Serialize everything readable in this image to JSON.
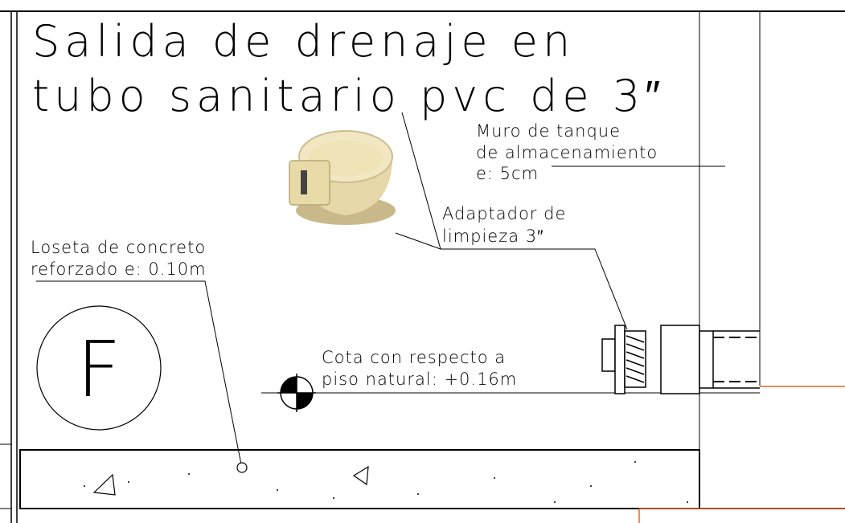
{
  "title": {
    "line1": "Salida de drenaje en",
    "line2": "tubo sanitario pvc de 3″"
  },
  "labels": {
    "wall_line1": "Muro de tanque",
    "wall_line2": "de almacenamiento",
    "wall_line3": "e: 5cm",
    "adapter_line1": "Adaptador de",
    "adapter_line2": "limpieza 3″",
    "slab_line1": "Loseta de concreto",
    "slab_line2": "reforzado e: 0.10m",
    "level_line1": "Cota con respecto a",
    "level_line2": "piso natural: +0.16m"
  },
  "section_marker": {
    "letter": "F"
  },
  "photo": {
    "subject": "PVC cleanout adapter photo"
  },
  "colors": {
    "line": "#000000",
    "accent": "#e8651e",
    "photo_bg": "#ffffff",
    "pvc": "#e8dbab"
  }
}
